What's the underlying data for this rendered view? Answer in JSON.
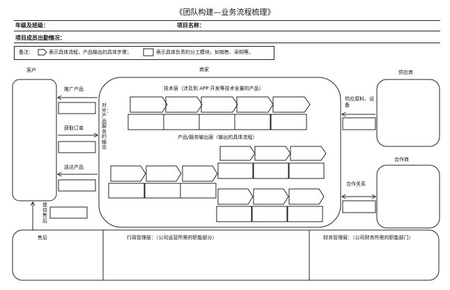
{
  "header": {
    "title": "《团队构建—业务流程梳理》",
    "grade_class_label": "年级及班级：",
    "project_name_label": "项目名称：",
    "members_label": "项目成员出勤情况："
  },
  "legend": {
    "prefix": "备注：",
    "arrow_desc": "表示具体流程，产品输出的具体步骤；",
    "box_desc": "表示具体负责的分工模块，如销售、采购等。"
  },
  "actors": {
    "customer": "客户",
    "merchant": "商家",
    "supplier": "供应商",
    "partner": "合作商"
  },
  "flows": {
    "promote": "推广产品",
    "get_order": "获取订单",
    "deliver": "送达产品",
    "external": "对外：产品服务的输出",
    "after_sales_provide": "提供售后",
    "supply": "供应原料、设备",
    "cooperation": "合作关系"
  },
  "layers": {
    "tech": "技术层（涉及到 APP 开发等技术含量的产品）",
    "output": "产品/服务输出层（输出的具体流程）"
  },
  "bottom": {
    "after_sales": "售后",
    "admin": "行政管理层：（公司运营所需的职能部分）",
    "finance": "财务管理层：（公司财务所需的职能部门）"
  }
}
